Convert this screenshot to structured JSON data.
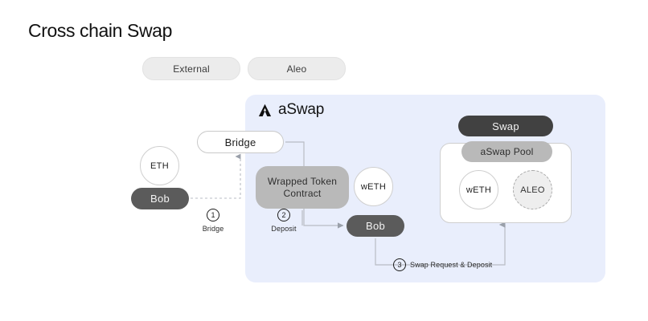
{
  "page": {
    "title": "Cross chain Swap"
  },
  "legend": {
    "items": [
      {
        "label": "External",
        "name": "legend-external"
      },
      {
        "label": "Aleo",
        "name": "legend-aleo"
      }
    ]
  },
  "aswap": {
    "brand": "aSwap",
    "logo_icon": "aleo-triangle-logo-icon",
    "panel_color": "#e9eefc"
  },
  "nodes": {
    "eth": "ETH",
    "bob_left": "Bob",
    "bridge": "Bridge",
    "wrapped_line1": "Wrapped Token",
    "wrapped_line2": "Contract",
    "weth_mid": "wETH",
    "bob_mid": "Bob",
    "swap": "Swap",
    "pool_label": "aSwap Pool",
    "weth_pool": "wETH",
    "aleo_pool": "ALEO"
  },
  "steps": [
    {
      "number": "1",
      "label": "Bridge"
    },
    {
      "number": "2",
      "label": "Deposit"
    },
    {
      "number": "3",
      "label": "Swap Request & Deposit"
    }
  ],
  "colors": {
    "panel_bg": "#e9eefc",
    "pill_dark": "#5b5b5b",
    "pill_darker": "#414141",
    "pill_gray": "#b9b9b9",
    "legend_pill": "#ececec",
    "connector": "#b9bcc4",
    "text_dark": "#111111"
  }
}
